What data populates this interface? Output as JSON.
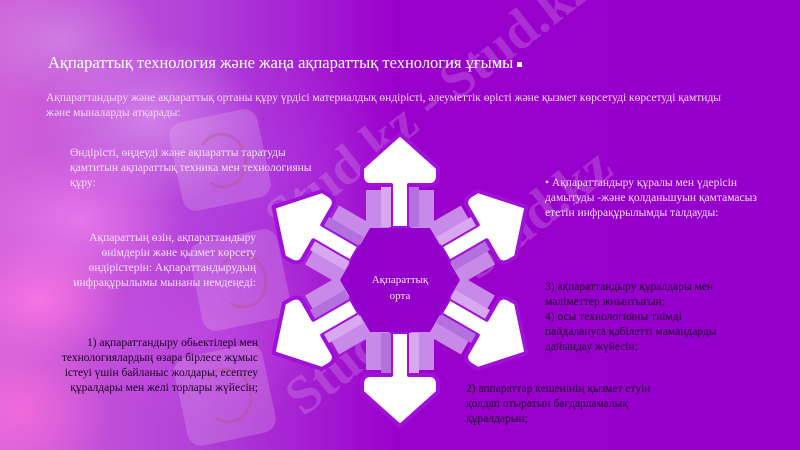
{
  "slide": {
    "title": "Ақпараттық технология және жаңа ақпараттық технология ұғымы",
    "intro": "Ақпараттандыру және ақпараттық ортаны құру үрдісі материалдық өндірісті, әлеуметтік өрісті және қызмет көрсетуді көрсетуді қамтиды және мыналарды атқарады:",
    "left_blocks": [
      "Өндірісті, өңдеуді және ақпаратты таратуды қамтитын ақпараттық техника мен технологияны құру:",
      "Ақпараттың өзін, ақпараттандыру өнімдерін және қызмет көрсету өндірістерін: Ақпараттандырудың инфрақұрылымы мынаны немдеңеді:",
      "1) ақпараттандыру обьектілері мен технологиялардың өзара бірлесе жұмыс істеуі үшін байланыс жолдары, есептеу құралдары мен желі торлары жүйесін;"
    ],
    "right_blocks": [
      "• Ақпараттандыру құралы мен үдерісін дамытуды -және қолданьшуын қамтамасыз ететін инфрақұрылымды талдауды:",
      "3) ақпараттандыру құралдары мен мәліметтер жиынтығын;\n4) осы технологияны тиімді пайдалануға қабілетті мамандарды дайындау жүйесін;",
      "2) аппараттар кешенінің қызмет етуін қолдап отыратын бағдарламалық құралдарын;"
    ]
  },
  "diagram": {
    "center_label_line1": "Ақпараттық",
    "center_label_line2": "орта",
    "arrow_count": 6,
    "colors": {
      "background": "#9a00cc",
      "hexagon": "#9400cc",
      "arrow": "#ffffff",
      "arrow_outline": "#a010d8",
      "ribbon": "#c78ae8"
    }
  },
  "watermark": {
    "text": "Stud.kz - Stud.kz"
  }
}
